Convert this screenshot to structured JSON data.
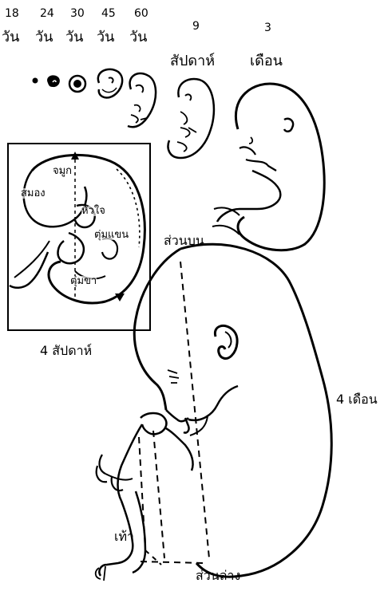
{
  "day_numbers": [
    "18",
    "24",
    "30",
    "45",
    "60"
  ],
  "day_unit": "วัน",
  "week_number": "9",
  "week_unit": "สัปดาห์",
  "month_number": "3",
  "month_unit": "เดือน",
  "inset": {
    "nose": "จมูก",
    "brain": "สมอง",
    "heart": "หัวใจ",
    "arm_bud": "ตุ่มแขน",
    "leg_bud": "ตุ่มขา",
    "caption": "4 สัปดาห์"
  },
  "upper_part": "ส่วนบน",
  "lower_part": "ส่วนล่าง",
  "foot": "เท้า",
  "four_months": "4 เดือน",
  "colors": {
    "ink": "#000000",
    "paper": "#ffffff"
  }
}
